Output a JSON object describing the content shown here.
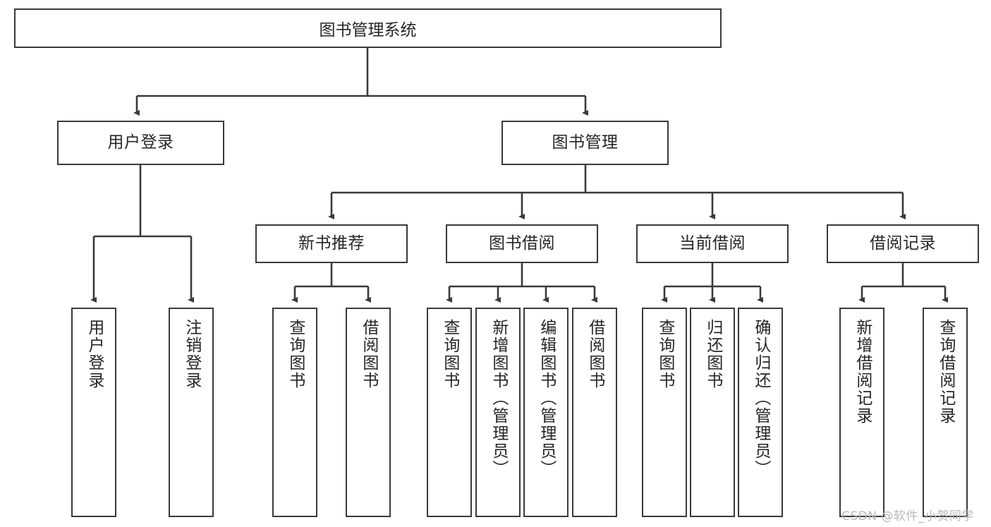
{
  "diagram": {
    "title": "图书管理系统",
    "type": "tree-structure-chart",
    "root": {
      "id": "root",
      "label": "图书管理系统"
    },
    "level1": [
      {
        "id": "user-login",
        "label": "用户登录"
      },
      {
        "id": "book-manage",
        "label": "图书管理"
      }
    ],
    "level2": [
      {
        "id": "new-book-rec",
        "label": "新书推荐",
        "parent": "book-manage"
      },
      {
        "id": "book-borrow",
        "label": "图书借阅",
        "parent": "book-manage"
      },
      {
        "id": "current-borrow",
        "label": "当前借阅",
        "parent": "book-manage"
      },
      {
        "id": "borrow-record",
        "label": "借阅记录",
        "parent": "book-manage"
      }
    ],
    "leaves": [
      {
        "id": "leaf-user-login",
        "label": "用户登录",
        "parent": "user-login"
      },
      {
        "id": "leaf-user-logout",
        "label": "注销登录",
        "parent": "user-login"
      },
      {
        "id": "leaf-query-book-1",
        "label": "查询图书",
        "parent": "new-book-rec"
      },
      {
        "id": "leaf-borrow-book-1",
        "label": "借阅图书",
        "parent": "new-book-rec"
      },
      {
        "id": "leaf-query-book-2",
        "label": "查询图书",
        "parent": "book-borrow"
      },
      {
        "id": "leaf-add-book",
        "label": "新增图书（管理员）",
        "parent": "book-borrow"
      },
      {
        "id": "leaf-edit-book",
        "label": "编辑图书（管理员）",
        "parent": "book-borrow"
      },
      {
        "id": "leaf-borrow-book-2",
        "label": "借阅图书",
        "parent": "book-borrow"
      },
      {
        "id": "leaf-query-book-3",
        "label": "查询图书",
        "parent": "current-borrow"
      },
      {
        "id": "leaf-return-book",
        "label": "归还图书",
        "parent": "current-borrow"
      },
      {
        "id": "leaf-confirm-return",
        "label": "确认归还（管理员）",
        "parent": "current-borrow"
      },
      {
        "id": "leaf-add-record",
        "label": "新增借阅记录",
        "parent": "borrow-record"
      },
      {
        "id": "leaf-query-record",
        "label": "查询借阅记录",
        "parent": "borrow-record"
      }
    ]
  },
  "watermark": {
    "text": "CSDN @软件_小贺同学"
  },
  "colors": {
    "box_border": "#3a3a3a",
    "box_fill": "#ffffff",
    "line": "#3a3a3a",
    "text": "#262626",
    "watermark": "#b9b9b9",
    "background": "#ffffff"
  }
}
